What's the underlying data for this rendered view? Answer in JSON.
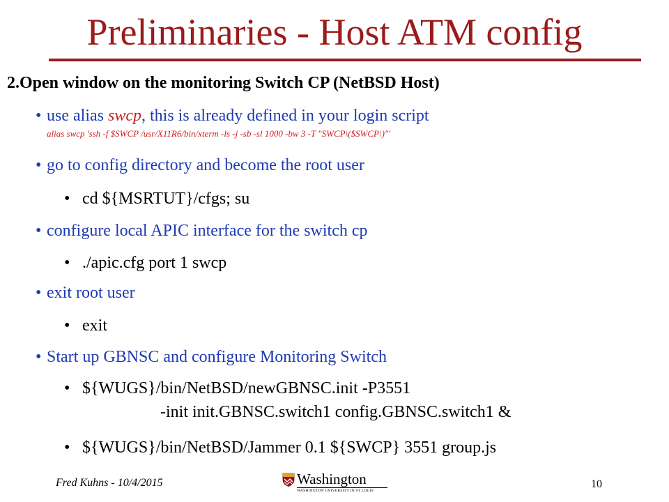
{
  "slide": {
    "title": "Preliminaries - Host ATM config",
    "heading": "2.Open window on the monitoring Switch CP (NetBSD Host)",
    "colors": {
      "title": "#9b1b1b",
      "level1_text": "#1f3bb3",
      "alias_red": "#cc1f1f",
      "body_text": "#000000"
    },
    "bullet_glyph": "•",
    "items": {
      "use_alias": {
        "prefix": "use alias ",
        "alias_word": "swcp",
        "suffix": ", this is already defined in your login script",
        "alias_command": "alias swcp 'ssh -f $SWCP /usr/X11R6/bin/xterm -ls -j -sb -sl 1000 -bw 3 -T \"SWCP\\($SWCP\\)\"'"
      },
      "config_dir": "go to config directory and become the root user",
      "cd_cmd": "cd ${MSRTUT}/cfgs;  su",
      "configure_apic": "configure local APIC interface for the switch cp",
      "apic_cmd": "./apic.cfg port 1 swcp",
      "exit_root": "exit root user",
      "exit_cmd": "exit",
      "start_gbnsc": "Start up GBNSC and configure Monitoring Switch",
      "gbnsc_cmd_line1": "${WUGS}/bin/NetBSD/newGBNSC.init  -P3551",
      "gbnsc_cmd_line2": "-init init.GBNSC.switch1  config.GBNSC.switch1  &",
      "jammer_cmd": "${WUGS}/bin/NetBSD/Jammer  0.1 ${SWCP}  3551 group.js"
    }
  },
  "footer": {
    "author_date": "Fred Kuhns - 10/4/2015",
    "page_number": "10",
    "logo": {
      "wordmark": "Washington",
      "subline": "WASHINGTON UNIVERSITY IN ST LOUIS",
      "icon": "university-shield-icon"
    }
  }
}
